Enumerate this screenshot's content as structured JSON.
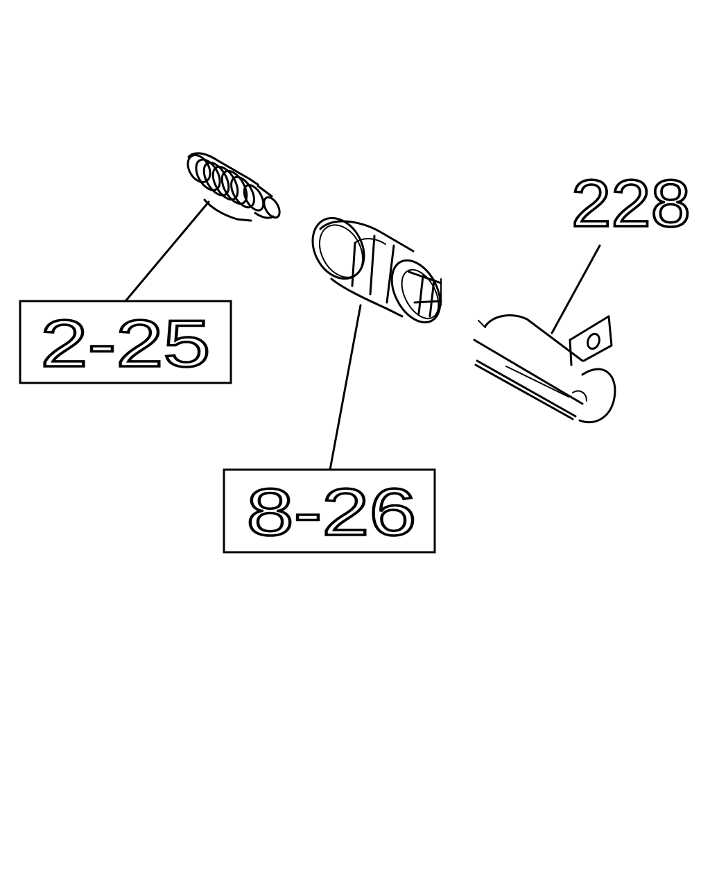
{
  "callouts": {
    "ref_a": "2-25",
    "ref_b": "8-26",
    "ref_c": "228"
  }
}
